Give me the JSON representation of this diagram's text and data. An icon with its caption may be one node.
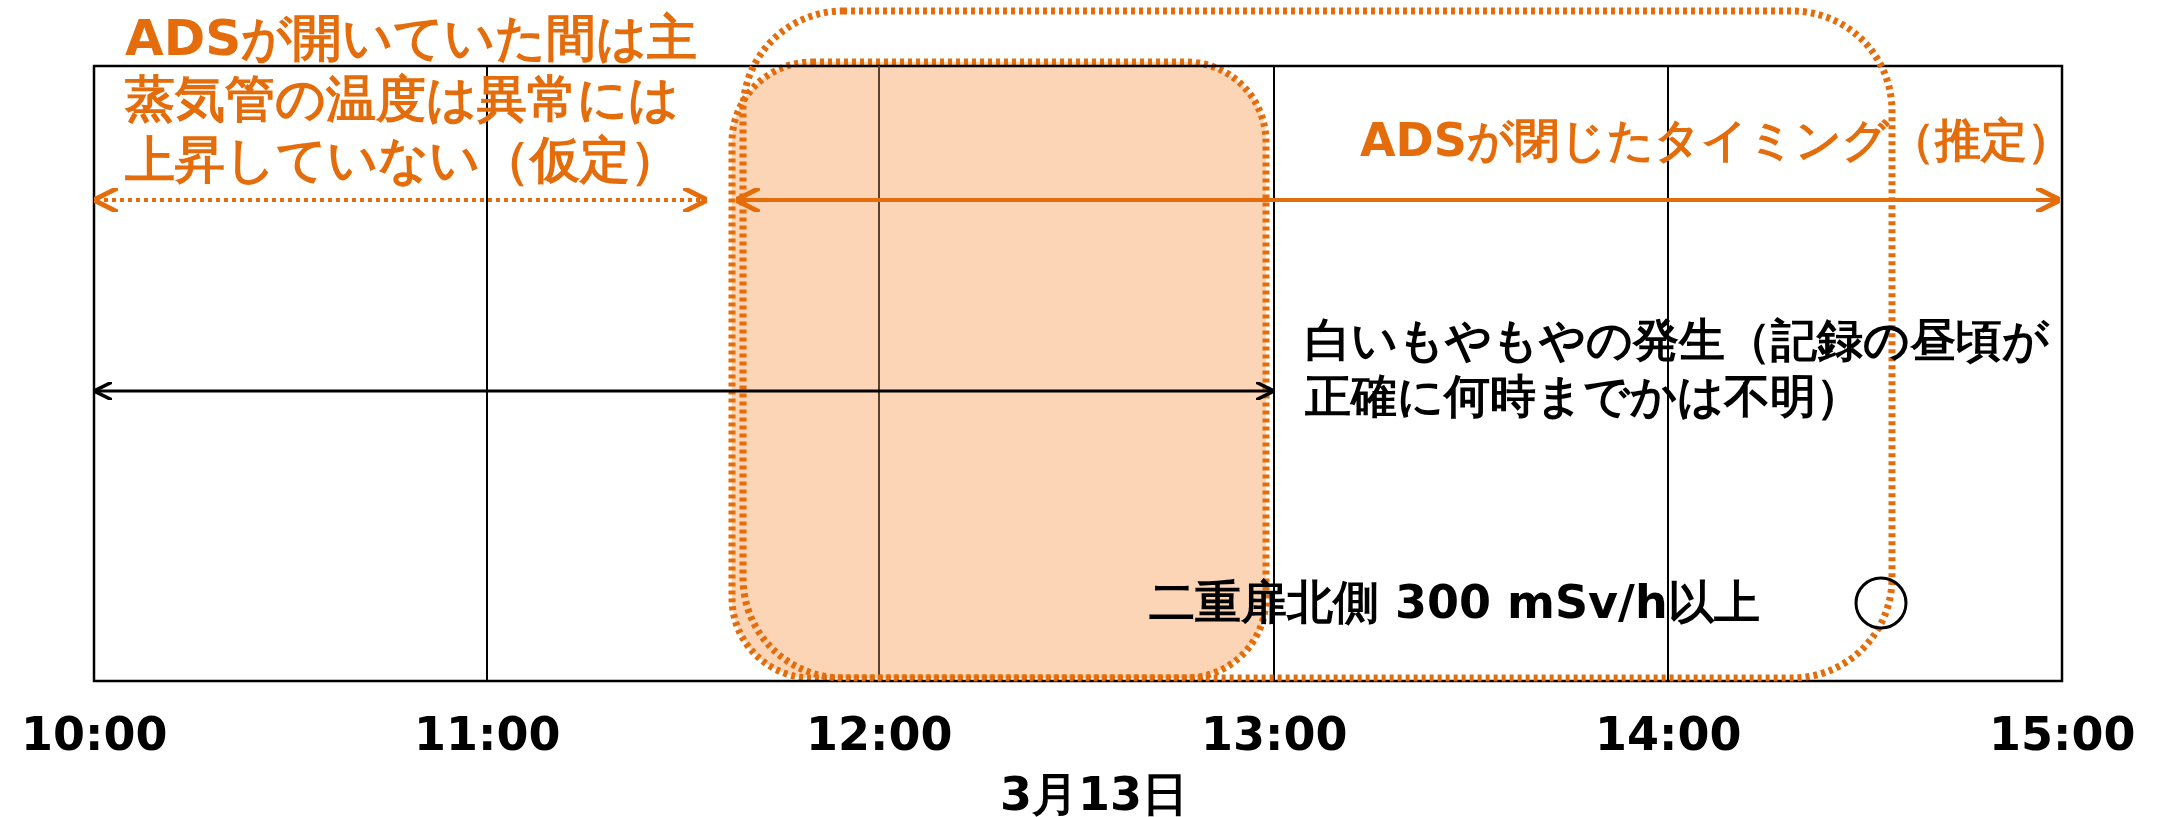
{
  "diagram": {
    "labels": [
      "ADSが開いていた間は主蒸気管の温度は異常には上昇していない（仮定）",
      "ADSが閉じたタイミング（推定）",
      "白いもやもやの発生（記録の昼頃が正確に何時までかは不明）",
      "二重扉北側 300 mSv/h以上",
      "10:00",
      "11:00",
      "12:00",
      "13:00",
      "14:00",
      "15:00",
      "3月13日"
    ]
  }
}
